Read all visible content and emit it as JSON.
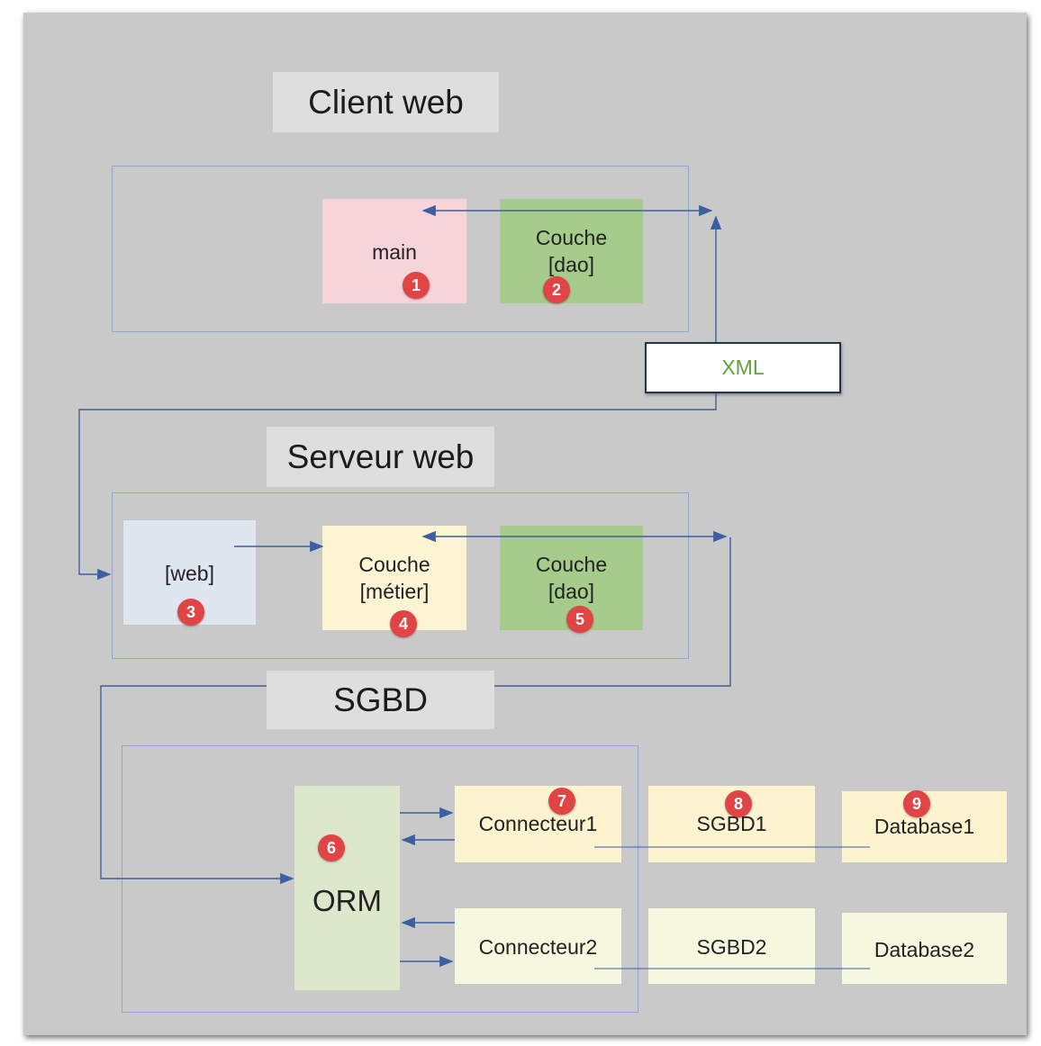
{
  "diagram": {
    "titles": {
      "client": "Client web",
      "server": "Serveur web",
      "sgbd": "SGBD"
    },
    "client": {
      "main": "main",
      "dao": [
        "Couche",
        "[dao]"
      ]
    },
    "server": {
      "web": "[web]",
      "metier": [
        "Couche",
        "[métier]"
      ],
      "dao": [
        "Couche",
        "[dao]"
      ]
    },
    "sgbd": {
      "orm": "ORM",
      "connecteur1": "Connecteur1",
      "sgbd1": "SGBD1",
      "database1": "Database1",
      "connecteur2": "Connecteur2",
      "sgbd2": "SGBD2",
      "database2": "Database2"
    },
    "xml_label": "XML",
    "badges": [
      "1",
      "2",
      "3",
      "4",
      "5",
      "6",
      "7",
      "8",
      "9"
    ],
    "colors": {
      "main": "#f6d4da",
      "dao_green": "#a6cc8c",
      "web": "#dfe6f0",
      "metier": "#fdf4d4",
      "orm": "#dce7cc",
      "connecteur1_row": "#fdf3cf",
      "connecteur2_row": "#f5f8df",
      "frame": "#8fa5cf",
      "arrow": "#3b5fa0",
      "badge": "#e04444",
      "xml_text": "#5fa236",
      "title_bg": "#dedede"
    }
  }
}
